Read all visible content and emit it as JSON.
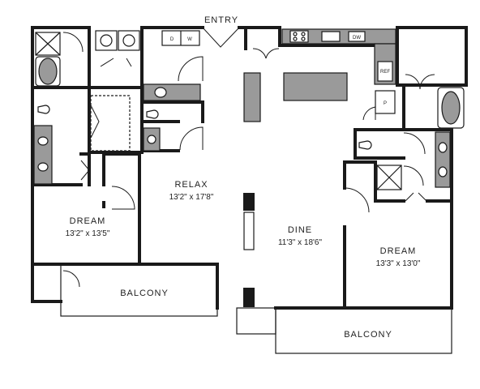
{
  "labels": {
    "entry": "ENTRY",
    "relax": "RELAX",
    "relax_dim": "13'2\" x 17'8\"",
    "dine": "DINE",
    "dine_dim": "11'3\" x 18'6\"",
    "dream_left": "DREAM",
    "dream_left_dim": "13'2\" x 13'5\"",
    "dream_right": "DREAM",
    "dream_right_dim": "13'3\" x 13'0\"",
    "balcony_left": "BALCONY",
    "balcony_right": "BALCONY"
  },
  "appliances": {
    "dryer": "D",
    "washer": "W",
    "dishwasher": "DW",
    "refrigerator": "REF",
    "pantry": "P"
  },
  "colors": {
    "wall": "#1a1a1a",
    "counter": "#9a9a9a",
    "background": "#ffffff"
  }
}
